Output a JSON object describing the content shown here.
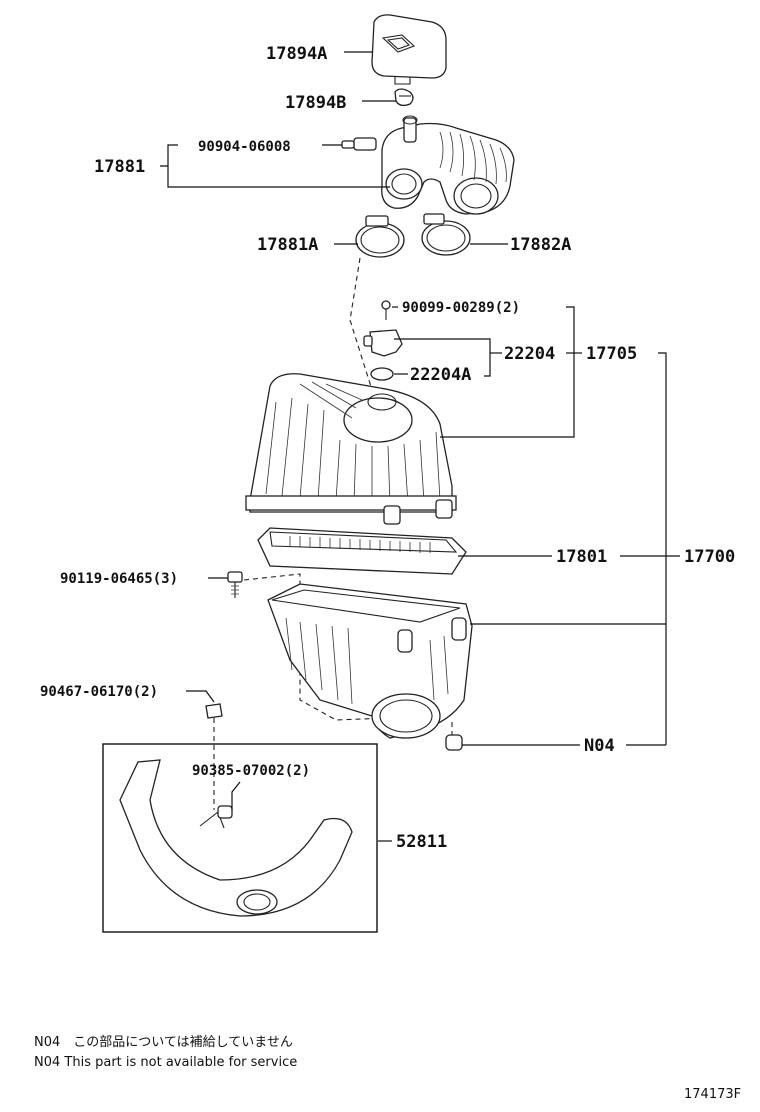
{
  "labels": {
    "p17894A": "17894A",
    "p17894B": "17894B",
    "p17881": "17881",
    "p90904": "90904-06008",
    "p17881A": "17881A",
    "p17882A": "17882A",
    "p90099": "90099-00289(2)",
    "p22204": "22204",
    "p17705": "17705",
    "p22204A": "22204A",
    "p17801": "17801",
    "p17700": "17700",
    "p90119": "90119-06465(3)",
    "p90467": "90467-06170(2)",
    "pN04": "N04",
    "p90385": "90385-07002(2)",
    "p52811": "52811"
  },
  "notes": {
    "jp": "N04　この部品については補給していません",
    "en": "N04  This part is not available for service"
  },
  "figure_id": "174173F"
}
